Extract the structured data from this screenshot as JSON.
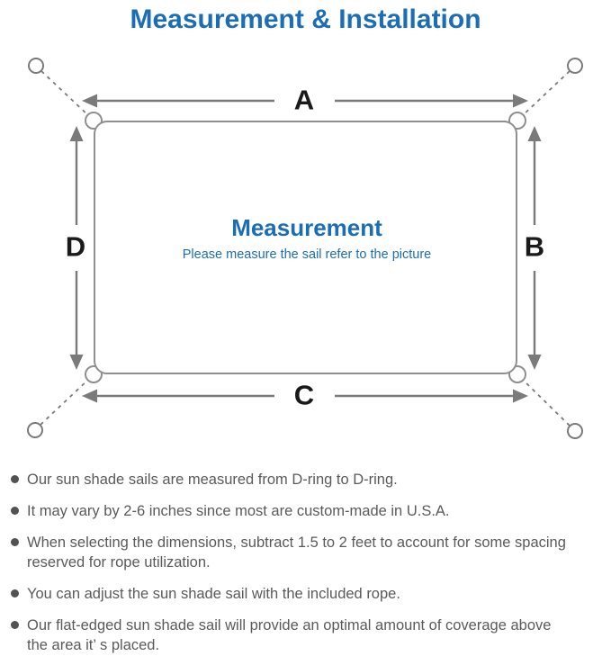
{
  "title": "Measurement & Installation",
  "diagram": {
    "labels": {
      "top": "A",
      "right": "B",
      "bottom": "C",
      "left": "D"
    },
    "center_title": "Measurement",
    "center_subtitle": "Please measure the sail refer to the picture"
  },
  "colors": {
    "accent_blue": "#1b6eb5",
    "line_gray": "#7a7a7a",
    "outline_gray": "#8f8f8f",
    "text_gray": "#5a5a5a"
  },
  "bullets": [
    "Our sun shade sails are measured from D-ring to D-ring.",
    "It may vary by 2-6 inches since most are custom-made in U.S.A.",
    "When selecting the dimensions, subtract 1.5 to 2 feet to account for some spacing\nreserved for rope utilization.",
    "You can adjust the sun shade sail with the included rope.",
    "Our flat-edged sun shade sail will provide an optimal amount of coverage above\nthe area it’ s placed."
  ]
}
